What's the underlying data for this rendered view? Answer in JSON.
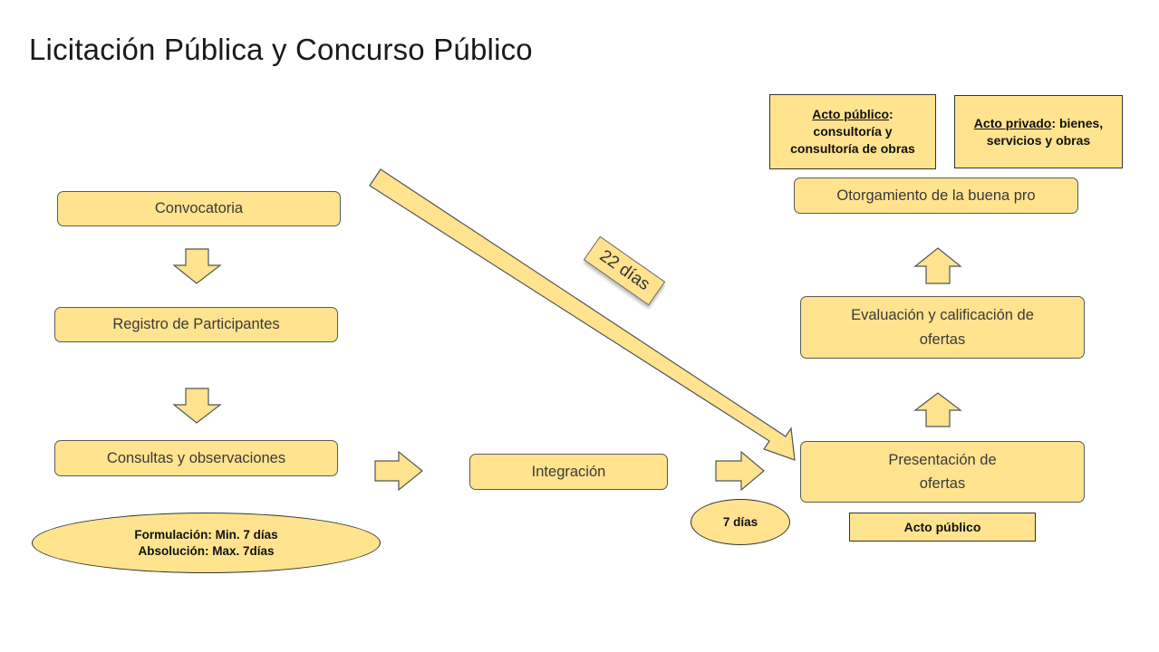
{
  "title": "Licitación Pública y Concurso Público",
  "steps": {
    "convocatoria": "Convocatoria",
    "registro": "Registro de Participantes",
    "consultas": "Consultas y observaciones",
    "integracion": "Integración",
    "presentacion_line1": "Presentación de",
    "presentacion_line2": "ofertas",
    "evaluacion_line1": "Evaluación y calificación de",
    "evaluacion_line2": "ofertas",
    "otorgamiento": "Otorgamiento de la buena pro"
  },
  "notes": {
    "acto_publico_label": "Acto público",
    "acto_publico_text": "consultoría y consultoría de obras",
    "acto_privado_label": "Acto privado",
    "acto_privado_text": "bienes, servicios y obras",
    "acto_publico_box": "Acto público"
  },
  "durations": {
    "formulacion": "Formulación: Min. 7 días",
    "absolucion": "Absolución: Max. 7días",
    "siete_dias": "7 días",
    "veintidos_dias": "22 días"
  },
  "colors": {
    "fill": "#ffe38f",
    "stroke": "#5a5a5a"
  }
}
